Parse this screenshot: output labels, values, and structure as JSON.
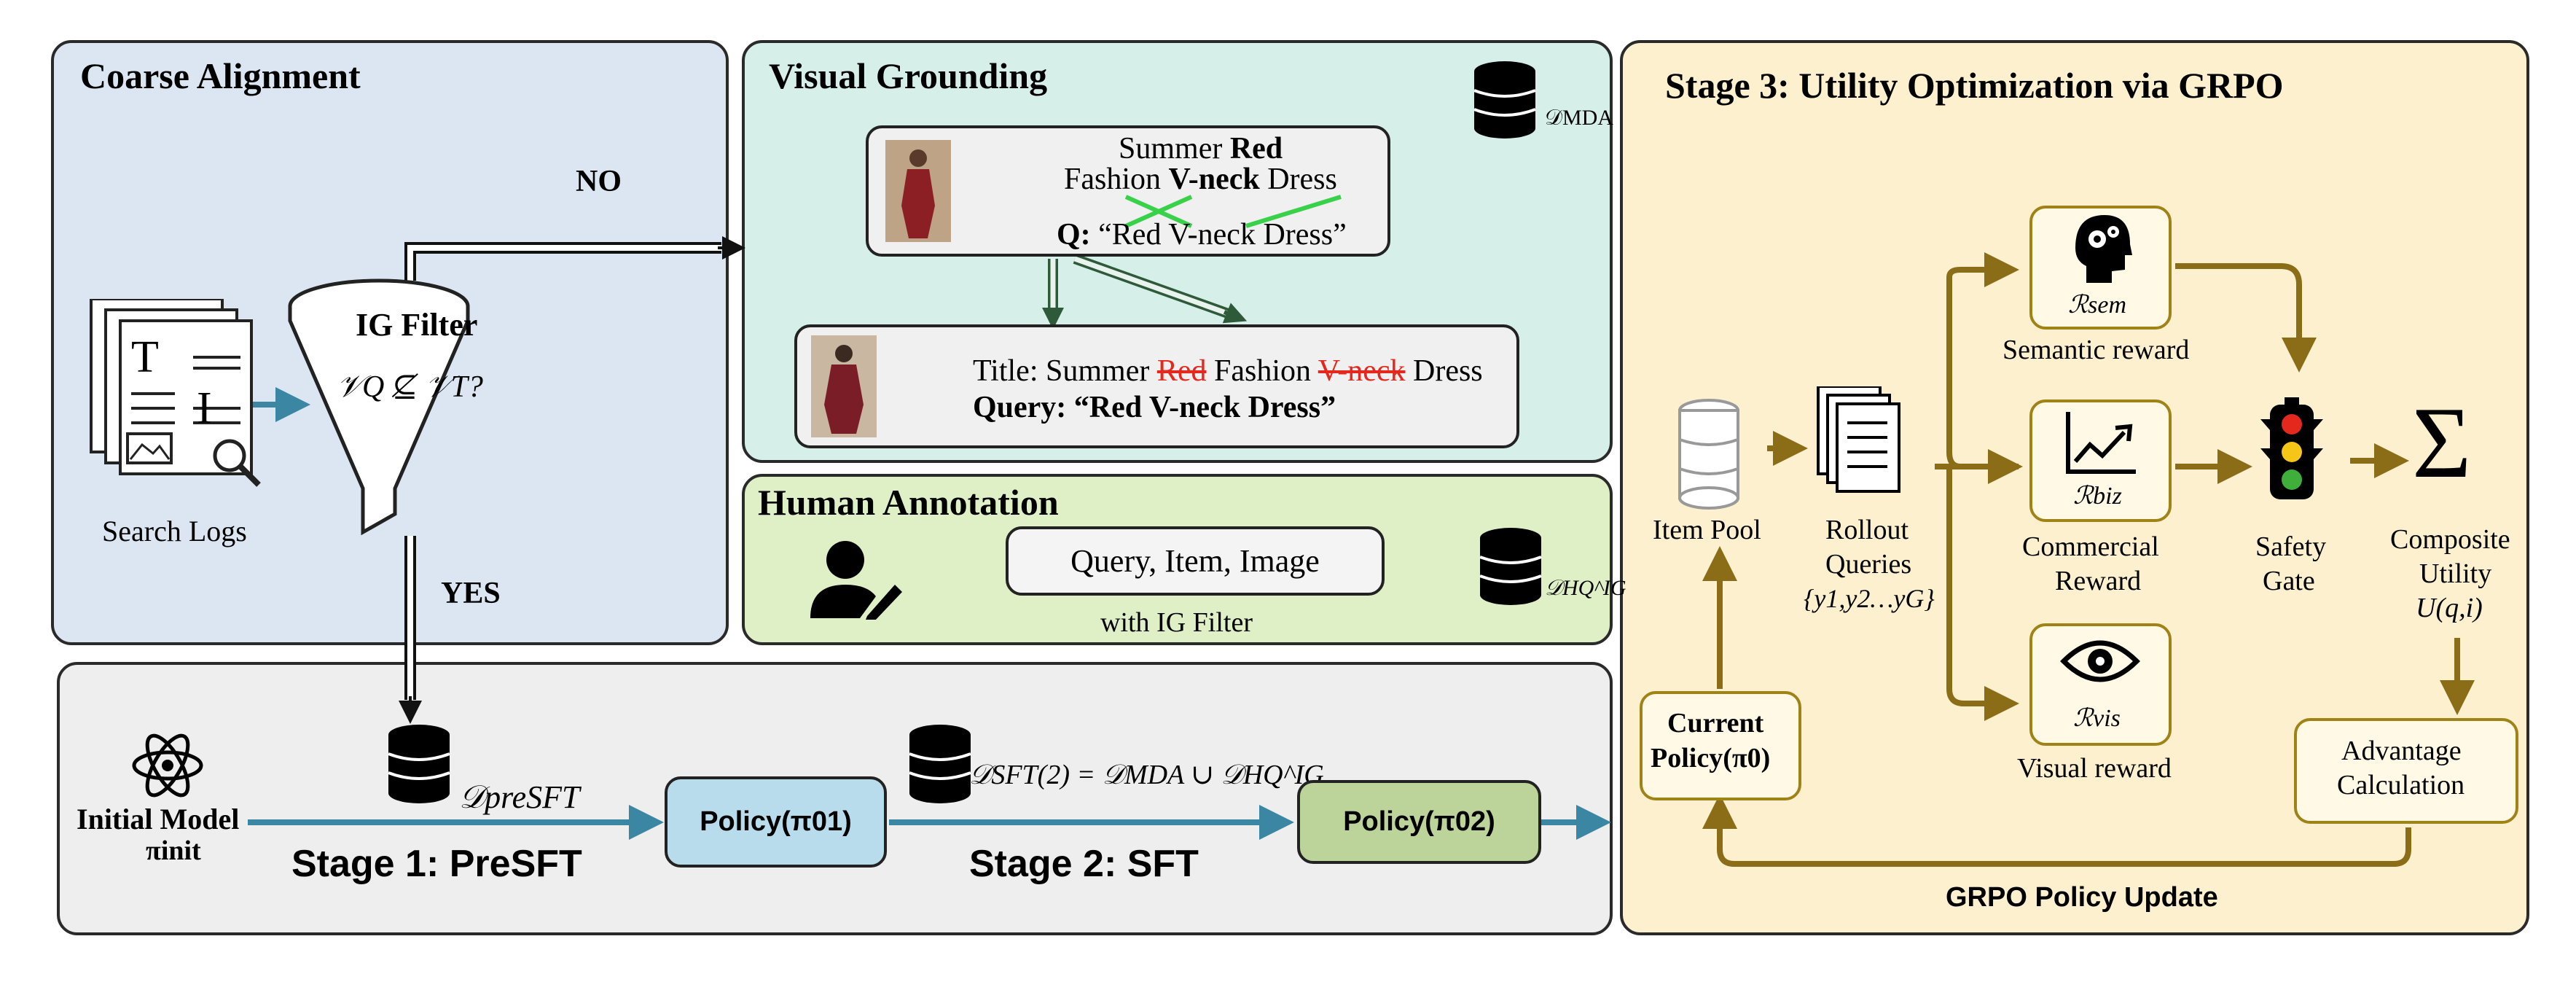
{
  "coarse": {
    "title": "Coarse Alignment",
    "search_logs": "Search Logs",
    "ig_filter": "IG Filter",
    "ig_cond": "𝒱Q ⊈ 𝒱T?",
    "no": "NO",
    "yes": "YES",
    "doc_t": "T",
    "doc_i": "I"
  },
  "visual": {
    "title": "Visual Grounding",
    "db_label": "𝒟MDA",
    "card1_line1_a": "Summer ",
    "card1_line1_b": "Red",
    "card1_line2_a": "Fashion ",
    "card1_line2_b": "V-neck",
    "card1_line2_c": " Dress",
    "card1_q_label": "Q:",
    "card1_q_text": " “Red V-neck Dress”",
    "card2_title_a": "Title: Summer ",
    "card2_title_red1": "Red",
    "card2_title_b": " Fashion ",
    "card2_title_red2": "V-neck",
    "card2_title_c": " Dress",
    "card2_query_label": "Query:",
    "card2_query_text": " “Red V-neck Dress”"
  },
  "human": {
    "title": "Human Annotation",
    "box": "Query, Item, Image",
    "with": "with IG Filter",
    "db_label": "𝒟HQ^IG"
  },
  "stages": {
    "initial_line1": "Initial Model",
    "initial_line2": "πinit",
    "presft_db": "𝒟preSFT",
    "stage1": "Stage 1: PreSFT",
    "policy01": "Policy(π01)",
    "sft_db": "𝒟SFT(2) = 𝒟MDA ∪ 𝒟HQ^IG",
    "stage2": "Stage 2: SFT",
    "policy02": "Policy(π02)"
  },
  "stage3": {
    "title": "Stage 3: Utility Optimization via GRPO",
    "item_pool": "Item Pool",
    "rollout_1": "Rollout",
    "rollout_2": "Queries",
    "rollout_3": "{y1,y2…yG}",
    "r_sem": "ℛsem",
    "r_biz": "ℛbiz",
    "r_vis": "ℛvis",
    "semantic": "Semantic reward",
    "commercial_1": "Commercial",
    "commercial_2": "Reward",
    "visual": "Visual reward",
    "safety_1": "Safety",
    "safety_2": "Gate",
    "sigma": "Σ",
    "composite_1": "Composite",
    "composite_2": "Utility",
    "composite_3": "U(q,i)",
    "advantage_1": "Advantage",
    "advantage_2": "Calculation",
    "current_1": "Current",
    "current_2": "Policy(π0)",
    "update": "GRPO Policy Update"
  },
  "colors": {
    "coarse_bg": "#dce6f3",
    "visual_bg": "#d6efe9",
    "human_bg": "#dff0c6",
    "stage_bg": "#eeeeee",
    "stage3_bg": "#fdf0cf",
    "teal_arrow": "#3a86a3",
    "gold_arrow": "#8a6d16",
    "policy01_bg": "#b9dced",
    "policy02_bg": "#bcd39a"
  }
}
